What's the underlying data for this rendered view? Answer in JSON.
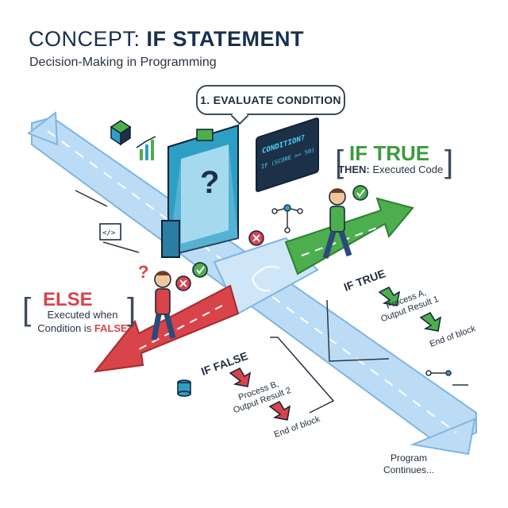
{
  "header": {
    "title_plain": "CONCEPT: ",
    "title_bold": "IF STATEMENT",
    "subtitle": "Decision-Making in Programming"
  },
  "step1": "1. EVALUATE CONDITION",
  "gate": {
    "screen_title": "CONDITION?",
    "screen_code": "IF (SCORE >= 50)",
    "symbol": "?"
  },
  "true_branch": {
    "title": "IF TRUE",
    "then_bold": "THEN:",
    "then_text": " Executed Code",
    "path_label": "IF TRUE",
    "process": "Process A,",
    "process_2": "Output Result 1",
    "end": "End of block"
  },
  "else_branch": {
    "title": "ELSE",
    "desc_1": "Executed when",
    "desc_2": "Condition is ",
    "desc_false": "FALSE",
    "path_label": "IF FALSE",
    "process": "Process B,",
    "process_2": "Output Result 2",
    "end": "End of block"
  },
  "continue": {
    "line1": "Program",
    "line2": "Continues..."
  },
  "colors": {
    "road": "#bcdcf5",
    "road_edge": "#7fb4e0",
    "green": "#4cae4c",
    "red": "#d9434a",
    "navy": "#17304f",
    "gate": "#2e9fc4"
  },
  "icons": [
    "cube-icon",
    "chart-icon",
    "code-icon",
    "node-graph-icon",
    "check-icon",
    "cross-icon",
    "question-mark-icon",
    "database-icon",
    "person-icon",
    "light-icon"
  ]
}
